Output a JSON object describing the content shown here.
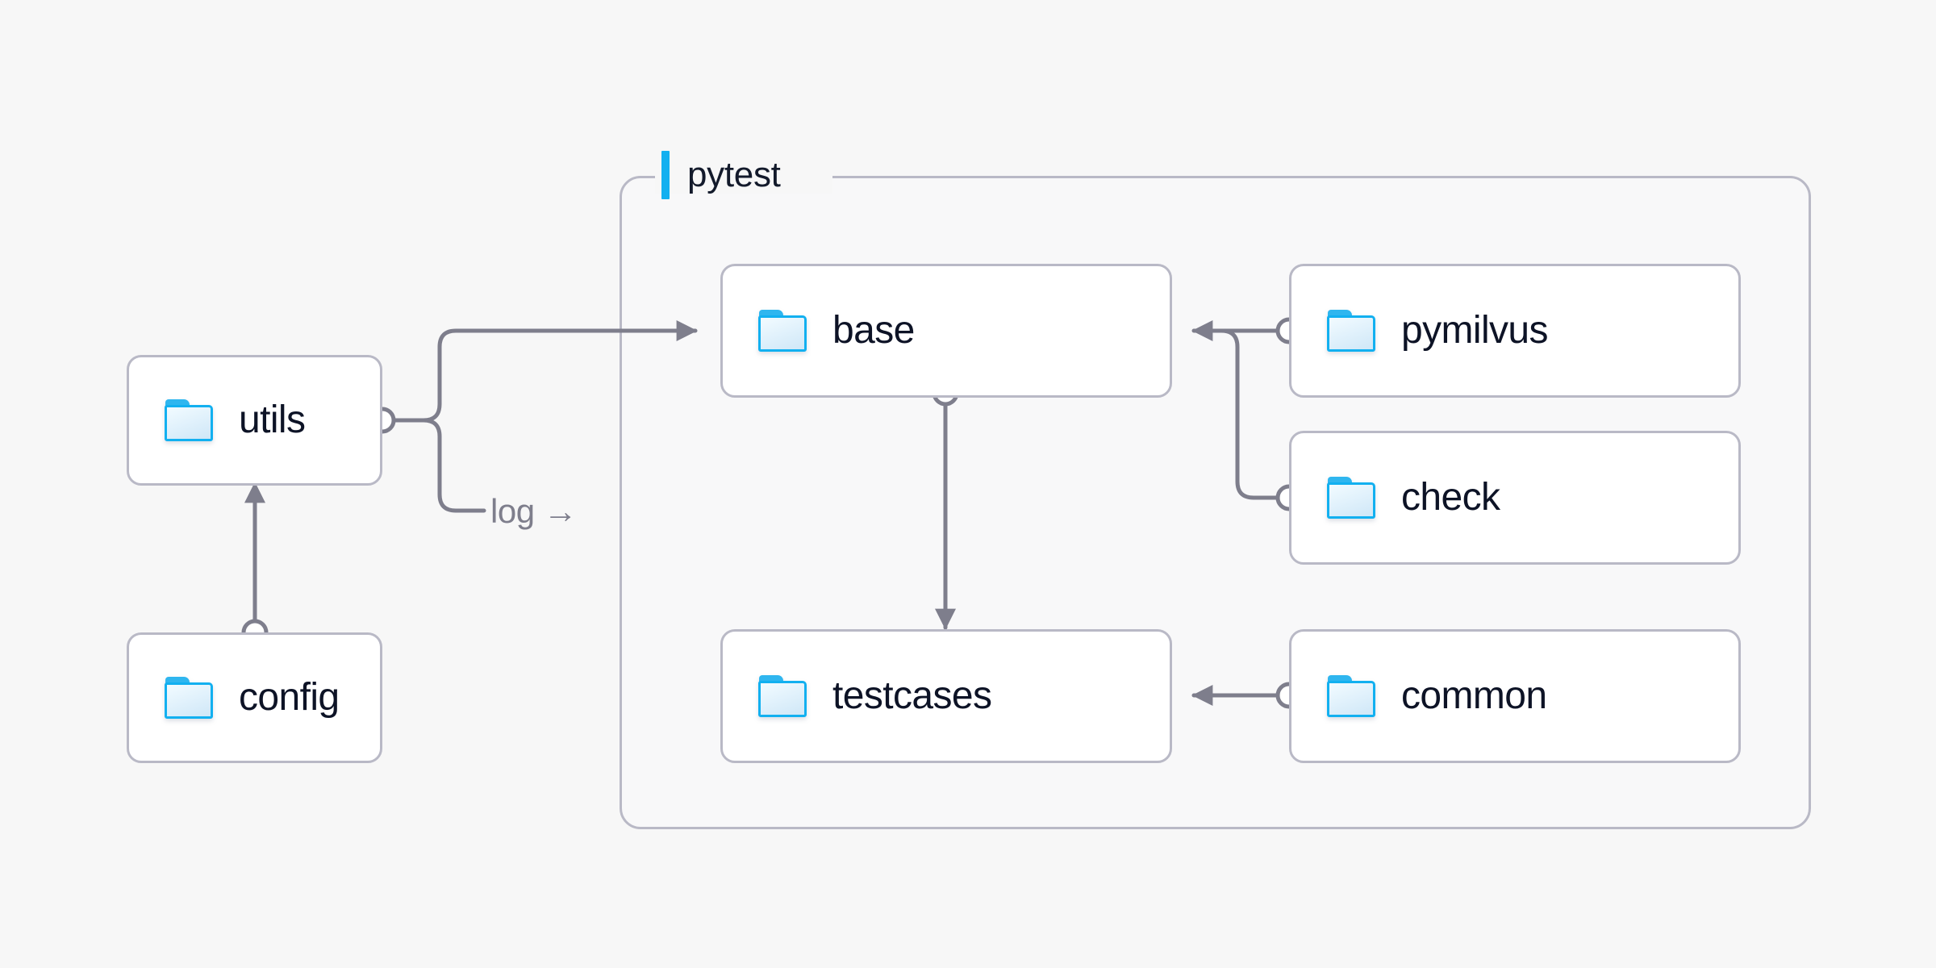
{
  "diagram": {
    "background_color": "#f7f7f7",
    "node_border_color": "#b9b9c6",
    "node_fill_color": "#ffffff",
    "edge_color": "#7e7e8c",
    "accent_color": "#12b0f0",
    "label_color": "#0d1326"
  },
  "group": {
    "name": "pytest",
    "label": "pytest",
    "accent_color": "#12b0f0"
  },
  "nodes": [
    {
      "id": "utils",
      "label": "utils",
      "icon": "folder-icon",
      "in_group": false
    },
    {
      "id": "config",
      "label": "config",
      "icon": "folder-icon",
      "in_group": false
    },
    {
      "id": "base",
      "label": "base",
      "icon": "folder-icon",
      "in_group": true
    },
    {
      "id": "testcases",
      "label": "testcases",
      "icon": "folder-icon",
      "in_group": true
    },
    {
      "id": "pymilvus",
      "label": "pymilvus",
      "icon": "folder-icon",
      "in_group": true
    },
    {
      "id": "check",
      "label": "check",
      "icon": "folder-icon",
      "in_group": true
    },
    {
      "id": "common",
      "label": "common",
      "icon": "folder-icon",
      "in_group": true
    }
  ],
  "edges": [
    {
      "from": "config",
      "to": "utils",
      "label": ""
    },
    {
      "from": "utils",
      "to": "base",
      "label": ""
    },
    {
      "from": "utils",
      "to": "pytest",
      "label": "log →"
    },
    {
      "from": "base",
      "to": "testcases",
      "label": ""
    },
    {
      "from": "pymilvus",
      "to": "base",
      "label": ""
    },
    {
      "from": "check",
      "to": "base",
      "label": ""
    },
    {
      "from": "common",
      "to": "testcases",
      "label": ""
    }
  ],
  "edge_labels": {
    "log": "log →"
  }
}
